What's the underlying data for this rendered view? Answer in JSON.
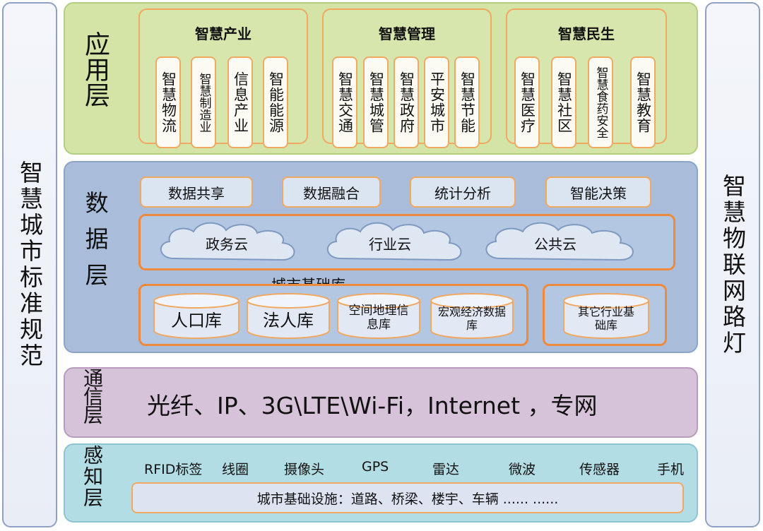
{
  "left_pillar": "智慧城市标准规范",
  "right_pillar": "智慧物联网路灯",
  "application_layer": {
    "title": "应用层",
    "groups": [
      {
        "title": "智慧产业",
        "items": [
          "智慧物流",
          "智慧制造业",
          "信息产业",
          "智能能源"
        ]
      },
      {
        "title": "智慧管理",
        "items": [
          "智慧交通",
          "智慧城管",
          "智慧政府",
          "平安城市",
          "智慧节能"
        ]
      },
      {
        "title": "智慧民生",
        "items": [
          "智慧医疗",
          "智慧社区",
          "智慧食药安全",
          "智慧教育"
        ]
      }
    ]
  },
  "data_layer": {
    "title": "数据层",
    "functions": [
      "数据共享",
      "数据融合",
      "统计分析",
      "智能决策"
    ],
    "clouds": [
      "政务云",
      "行业云",
      "公共云"
    ],
    "city_base_db": {
      "title": "城市基础库",
      "databases": [
        "人口库",
        "法人库",
        "空间地理信息库",
        "宏观经济数据库"
      ]
    },
    "other_db": "其它行业基础库"
  },
  "comm_layer": {
    "title": "通信层",
    "text": "光纤、IP、3G\\LTE\\Wi-Fi，Internet ，专网"
  },
  "sense_layer": {
    "title": "感知层",
    "sensors": [
      "RFID标签",
      "线圈",
      "摄像头",
      "GPS",
      "雷达",
      "微波",
      "传感器",
      "手机"
    ],
    "infrastructure": "城市基础设施：道路、桥梁、楼宇、车辆 ......  ......"
  },
  "colors": {
    "app_bg": "#d3e4a6",
    "data_bg": "#a9bddb",
    "comm_bg": "#d7c3d9",
    "sense_bg": "#b3dde4",
    "accent_border": "#ef8a3c"
  }
}
